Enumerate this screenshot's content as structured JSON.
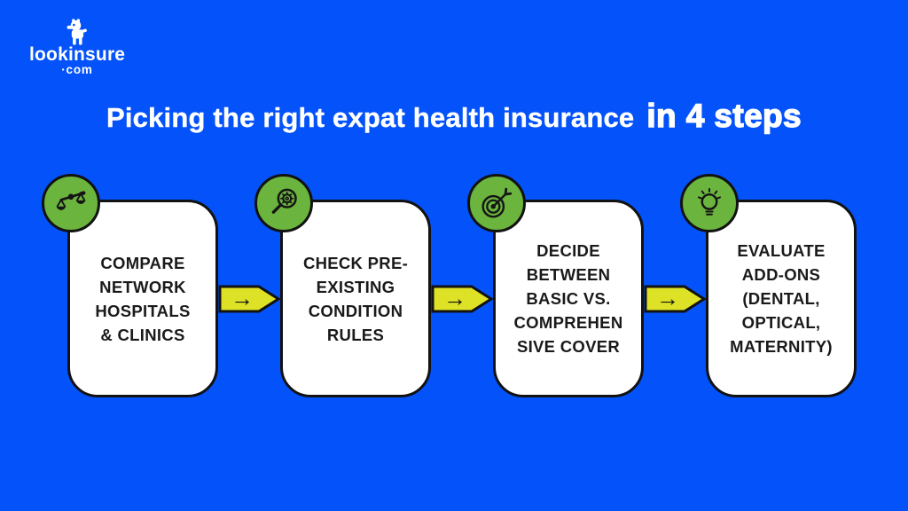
{
  "colors": {
    "background": "#0452fa",
    "card_background": "#ffffff",
    "outline": "#121212",
    "badge_green": "#6bb43e",
    "arrow_yellow": "#dde226",
    "title_text": "#ffffff",
    "card_text": "#1a1a1a"
  },
  "logo": {
    "mascot_icon": "dog-mascot-icon",
    "brand": "lookinsure",
    "tld": "·com"
  },
  "title": {
    "regular": "Picking the right expat health insurance",
    "emphasis": "in 4 steps"
  },
  "steps": [
    {
      "icon": "balance-scale-icon",
      "text": "COMPARE\nNETWORK\nHOSPITALS\n& CLINICS"
    },
    {
      "icon": "magnifier-gear-icon",
      "text": "CHECK PRE-\nEXISTING\nCONDITION\nRULES"
    },
    {
      "icon": "target-dart-icon",
      "text": "DECIDE\nBETWEEN\nBASIC VS.\nCOMPREHEN\nSIVE COVER"
    },
    {
      "icon": "lightbulb-icon",
      "text": "EVALUATE\nADD-ONS\n(DENTAL,\nOPTICAL,\nMATERNITY)"
    }
  ],
  "connectors": {
    "glyph": "→"
  }
}
